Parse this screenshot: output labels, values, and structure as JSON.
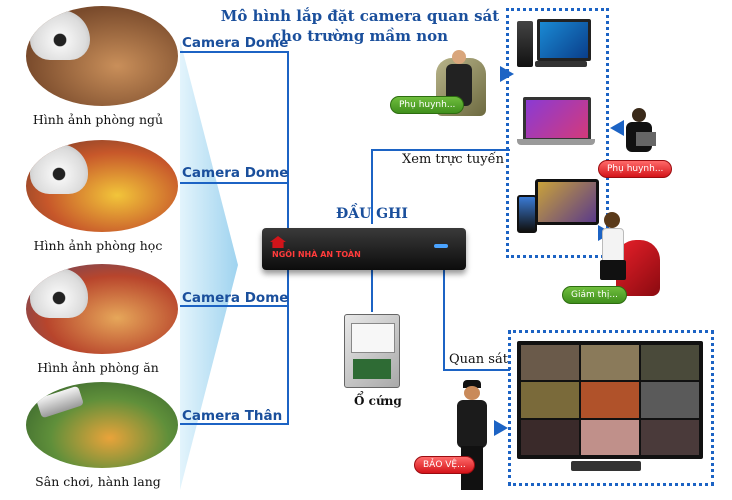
{
  "title": {
    "line1": "Mô hình lắp đặt camera quan sát",
    "line2": "cho trường mầm non"
  },
  "cameras": [
    {
      "label": "Camera Dome",
      "caption": "Hình ảnh phòng ngủ"
    },
    {
      "label": "Camera Dome",
      "caption": "Hình ảnh phòng học"
    },
    {
      "label": "Camera Dome",
      "caption": "Hình ảnh phòng ăn"
    },
    {
      "label": "Camera Thân",
      "caption": "Sân chơi, hành lang"
    }
  ],
  "dvr": {
    "label": "ĐẦU GHI",
    "brand": "NGÔI NHÀ AN TOÀN"
  },
  "hdd": {
    "label": "Ổ cứng"
  },
  "online": {
    "label": "Xem trực tuyến"
  },
  "monitor": {
    "label": "Quan sát"
  },
  "people": {
    "parent1": "Phụ huynh...",
    "parent2": "Phụ huynh...",
    "supervisor": "Giám thị...",
    "guard": "BẢO VỆ..."
  },
  "colors": {
    "line": "#1c63c4",
    "title": "#1a4f9c",
    "fan": "#bfe3f6"
  }
}
